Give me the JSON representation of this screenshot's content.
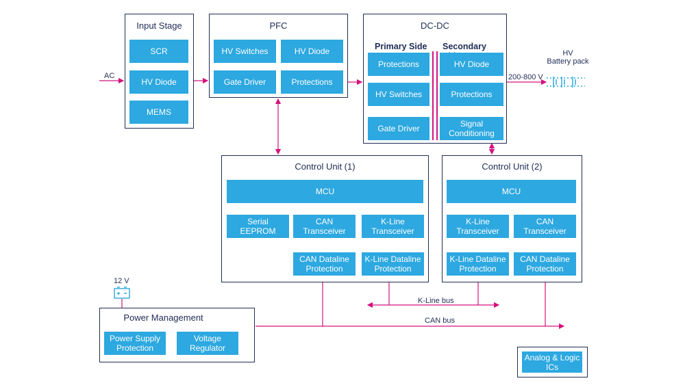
{
  "input_stage": {
    "title": "Input Stage",
    "blocks": [
      "SCR",
      "HV Diode",
      "MEMS"
    ]
  },
  "pfc": {
    "title": "PFC",
    "blocks": [
      "HV Switches",
      "HV Diode",
      "Gate Driver",
      "Protections"
    ]
  },
  "dcdc": {
    "title": "DC-DC",
    "primary_title": "Primary Side",
    "secondary_title": "Secondary Side",
    "primary_blocks": [
      "Protections",
      "HV Switches",
      "Gate Driver"
    ],
    "secondary_blocks": [
      "HV Diode",
      "Protections",
      "Signal\nConditioning"
    ]
  },
  "control_unit_1": {
    "title": "Control Unit (1)",
    "mcu": "MCU",
    "blocks": [
      "Serial EEPROM",
      "CAN Transceiver",
      "K-Line\nTransceiver",
      "CAN Dataline\nProtection",
      "K-Line Dataline\nProtection"
    ]
  },
  "control_unit_2": {
    "title": "Control Unit (2)",
    "mcu": "MCU",
    "blocks": [
      "K-Line\nTransceiver",
      "CAN Transceiver",
      "K-Line Dataline\nProtection",
      "CAN Dataline\nProtection"
    ]
  },
  "power_management": {
    "title": "Power Management",
    "blocks": [
      "Power Supply\nProtection",
      "Voltage\nRegulator"
    ]
  },
  "labels": {
    "ac": "AC",
    "voltage_out": "200-800 V",
    "battery": "HV\nBattery pack",
    "v12": "12 V",
    "kline_bus": "K-Line bus",
    "can_bus": "CAN bus"
  },
  "legend": {
    "text": "Analog & Logic\nICs"
  },
  "colors": {
    "block": "#2da8e0",
    "frame": "#1f2b55",
    "wire": "#d4127e"
  }
}
